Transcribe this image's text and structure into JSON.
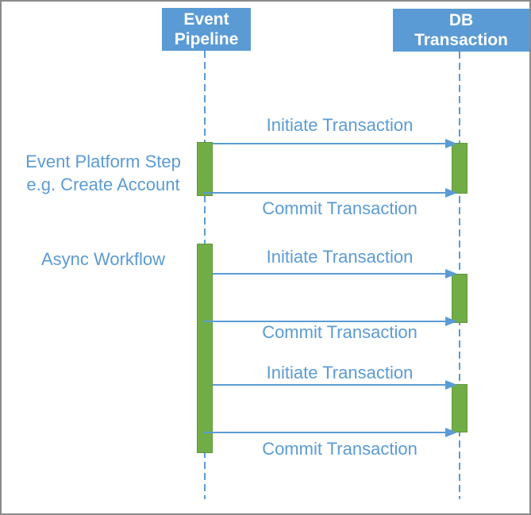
{
  "diagram": {
    "type": "sequence-diagram",
    "colors": {
      "lifeline_blue": "#5B9BD5",
      "activation_green": "#70AD47",
      "frame_gray": "#8a8a8a",
      "background": "#ffffff"
    },
    "lifelines": [
      {
        "id": "event-pipeline",
        "title": "Event Pipeline",
        "line1": "Event",
        "line2": "Pipeline"
      },
      {
        "id": "db-transaction",
        "title": "DB Transaction",
        "line1": "DB",
        "line2": "Transaction"
      }
    ],
    "annotations": [
      {
        "line1": "Event Platform Step",
        "line2": "e.g. Create Account"
      },
      {
        "line1": "Async Workflow"
      }
    ],
    "messages": [
      {
        "label": "Initiate Transaction",
        "from": "event-pipeline",
        "to": "db-transaction"
      },
      {
        "label": "Commit Transaction",
        "from": "event-pipeline",
        "to": "db-transaction"
      },
      {
        "label": "Initiate Transaction",
        "from": "event-pipeline",
        "to": "db-transaction"
      },
      {
        "label": "Commit Transaction",
        "from": "event-pipeline",
        "to": "db-transaction"
      },
      {
        "label": "Initiate Transaction",
        "from": "event-pipeline",
        "to": "db-transaction"
      },
      {
        "label": "Commit Transaction",
        "from": "event-pipeline",
        "to": "db-transaction"
      }
    ]
  }
}
